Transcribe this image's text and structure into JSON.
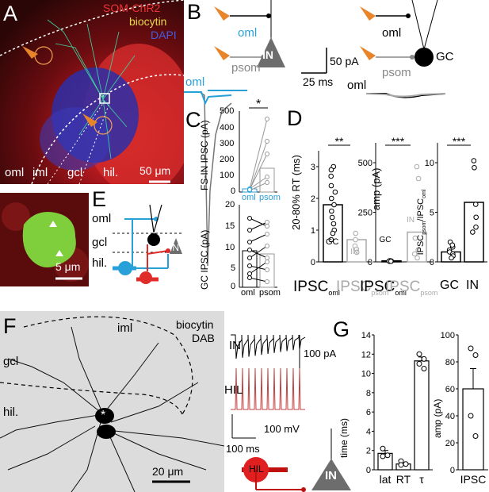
{
  "panels": {
    "A": "A",
    "B": "B",
    "C": "C",
    "D": "D",
    "E": "E",
    "F": "F",
    "G": "G"
  },
  "panelA": {
    "legend": [
      {
        "text": "SOM-ChR2",
        "color": "#ee3333"
      },
      {
        "text": "biocytin",
        "color": "#e6d84a"
      },
      {
        "text": "DAPI",
        "color": "#3f5be8"
      }
    ],
    "regions": [
      "oml",
      "iml",
      "gcl",
      "hil."
    ],
    "scalebar": "50 μm"
  },
  "panelInset": {
    "scalebar": "5 μm"
  },
  "panelB": {
    "left_labels": {
      "oml": "oml",
      "psom": "psom",
      "cell": "IN"
    },
    "right_labels": {
      "oml": "oml",
      "psom": "psom",
      "cell": "GC"
    },
    "scale_y": "50 pA",
    "scale_x": "25 ms",
    "trace_label_left": "oml",
    "trace_label_right": "oml"
  },
  "panelC": {
    "top_ylabel": "FS-IN IPSC (pA)",
    "top_yticks": [
      "0",
      "100",
      "200",
      "300",
      "400",
      "500"
    ],
    "top_sig": "*",
    "top_xlabels": [
      "oml",
      "psom"
    ],
    "bottom_ylabel": "GC IPSC (pA)",
    "bottom_yticks": [
      "0",
      "5",
      "10",
      "15",
      "20"
    ],
    "bottom_xlabels": [
      "oml",
      "psom"
    ]
  },
  "panelD": {
    "rt_ylabel": "20-80% RT (ms)",
    "rt_yticks": [
      "0",
      "1",
      "2",
      "3"
    ],
    "amp_ylabel": "amp (pA)",
    "amp_yticks": [
      "0",
      "250",
      "500"
    ],
    "ratio_yticks": [
      "0",
      "5",
      "10"
    ],
    "sig_rt": "**",
    "sig_amp": "***",
    "sig_ratio": "***",
    "bar_label_gc": "GC",
    "bar_label_in": "IN",
    "x_ipsc": "IPSC",
    "sub_oml": "oml",
    "sub_psom": "psom",
    "ratio_xlabels": [
      "GC",
      "IN"
    ]
  },
  "panelE": {
    "layers": [
      "oml",
      "gcl",
      "hil."
    ],
    "cell": "IN"
  },
  "panelF": {
    "regions": [
      "gcl",
      "iml",
      "hil."
    ],
    "stain": [
      "biocytin",
      "DAB"
    ],
    "star": "*",
    "scalebar": "20 μm",
    "trace_labels": {
      "in": "IN",
      "hil": "HIL"
    },
    "scale_top": "100 pA",
    "scale_mid": "100 mV",
    "scale_time": "100 ms",
    "schem_hil": "HIL",
    "schem_in": "IN"
  },
  "panelG": {
    "time_ylabel": "time (ms)",
    "time_yticks": [
      "0",
      "2",
      "4",
      "6",
      "8",
      "10",
      "12",
      "14"
    ],
    "time_xlabels": [
      "lat",
      "RT",
      "τ"
    ],
    "amp_ylabel": "amp (pA)",
    "amp_yticks": [
      "0",
      "20",
      "40",
      "60",
      "80",
      "100"
    ],
    "amp_xlabel": "IPSC"
  },
  "chart_data": [
    {
      "type": "bar",
      "panel": "D-rise-time",
      "categories": [
        "IPSC oml",
        "IPSC psom"
      ],
      "values": [
        1.8,
        0.7
      ],
      "ylabel": "20-80% RT (ms)",
      "ylim": [
        0,
        3.5
      ]
    },
    {
      "type": "bar",
      "panel": "D-amplitude",
      "categories": [
        "IPSC oml",
        "IPSC psom"
      ],
      "values": [
        5,
        150
      ],
      "ylabel": "amp (pA)",
      "ylim": [
        0,
        600
      ]
    },
    {
      "type": "bar",
      "panel": "D-ratio",
      "categories": [
        "GC",
        "IN"
      ],
      "values": [
        1,
        6
      ],
      "ylim": [
        0,
        12
      ]
    },
    {
      "type": "bar",
      "panel": "G-time",
      "categories": [
        "lat",
        "RT",
        "τ"
      ],
      "values": [
        1.7,
        0.6,
        11.3
      ],
      "ylabel": "time (ms)",
      "ylim": [
        0,
        14
      ]
    },
    {
      "type": "bar",
      "panel": "G-amplitude",
      "categories": [
        "IPSC"
      ],
      "values": [
        60
      ],
      "ylabel": "amp (pA)",
      "ylim": [
        0,
        100
      ]
    }
  ]
}
